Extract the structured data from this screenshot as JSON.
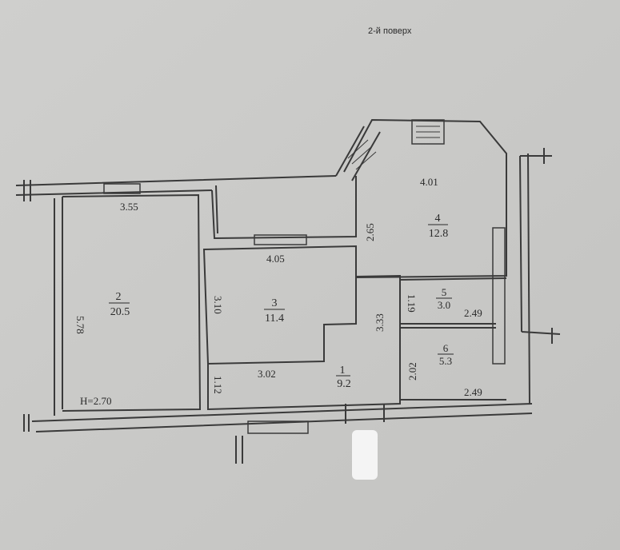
{
  "title": "2-й поверх",
  "ceiling_height": "H=2.70",
  "rooms": [
    {
      "number": "1",
      "area": "9.2"
    },
    {
      "number": "2",
      "area": "20.5"
    },
    {
      "number": "3",
      "area": "11.4"
    },
    {
      "number": "4",
      "area": "12.8"
    },
    {
      "number": "5",
      "area": "3.0"
    },
    {
      "number": "6",
      "area": "5.3"
    }
  ],
  "dimensions": {
    "room2_width": "3.55",
    "room2_length": "5.78",
    "room3_width": "4.05",
    "room3_length": "3.10",
    "hall_width": "3.02",
    "hall_depth": "1.12",
    "hall_length": "3.33",
    "room4_width": "4.01",
    "room4_length": "2.65",
    "room5_width": "2.49",
    "room5_length": "1.19",
    "room6_width": "2.49",
    "room6_length": "2.02"
  }
}
